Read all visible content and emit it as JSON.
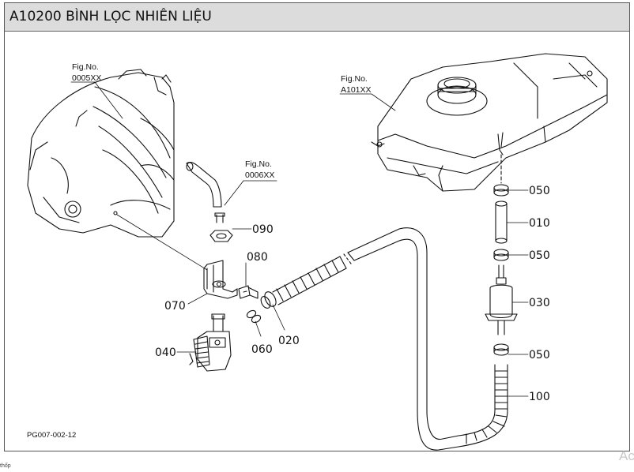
{
  "header": {
    "title": "A10200 BÌNH LỌC NHIÊN LIỆU"
  },
  "figure_refs": [
    {
      "label": "Fig.No.",
      "number": "0005XX"
    },
    {
      "label": "Fig.No.",
      "number": "0006XX"
    },
    {
      "label": "Fig.No.",
      "number": "A101XX"
    }
  ],
  "parts": [
    {
      "number": "050"
    },
    {
      "number": "010"
    },
    {
      "number": "050"
    },
    {
      "number": "030"
    },
    {
      "number": "050"
    },
    {
      "number": "100"
    },
    {
      "number": "090"
    },
    {
      "number": "080"
    },
    {
      "number": "070"
    },
    {
      "number": "060"
    },
    {
      "number": "020"
    },
    {
      "number": "040"
    }
  ],
  "page_code": "PG007-002-12",
  "footer_note": "thốp",
  "corner_mark": "Ac"
}
